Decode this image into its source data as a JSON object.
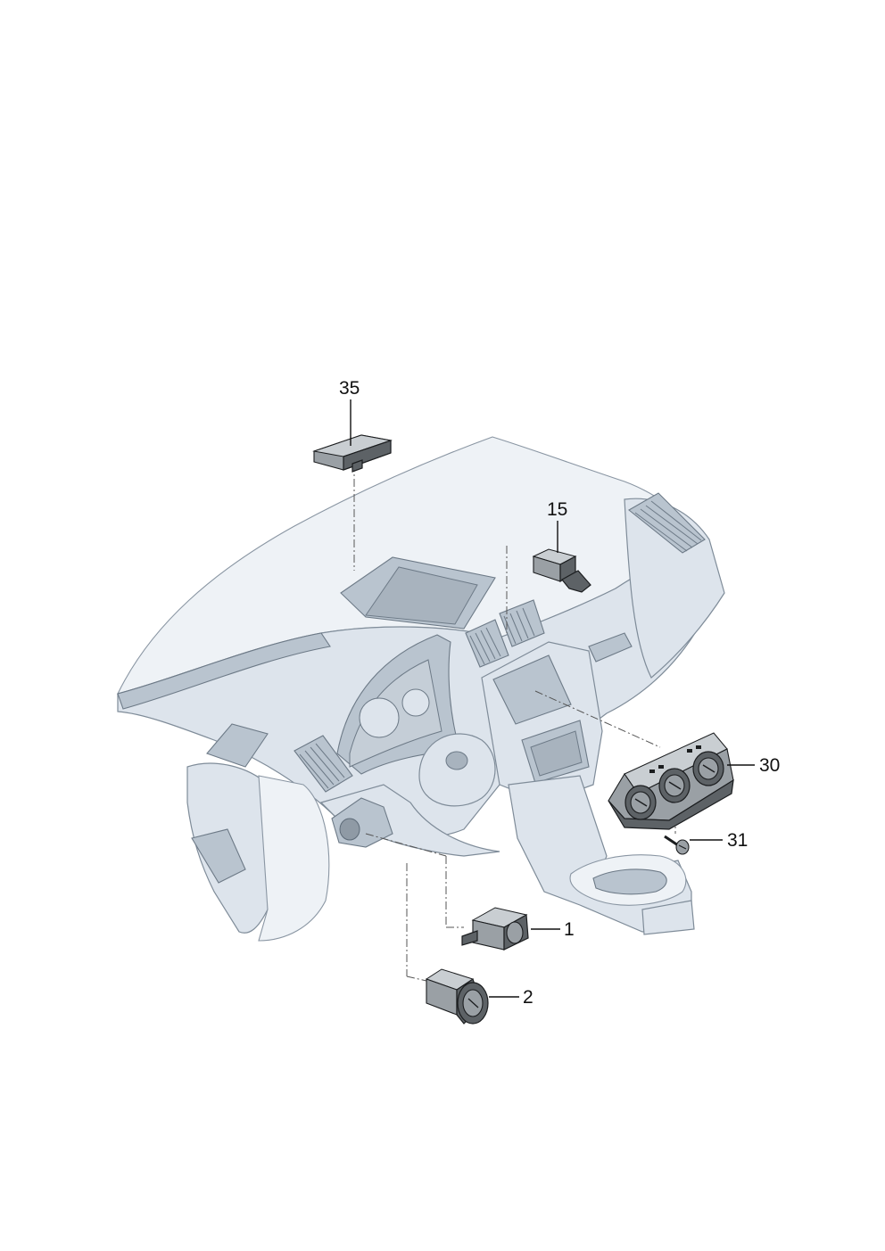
{
  "callouts": [
    {
      "id": "35",
      "label": "35"
    },
    {
      "id": "15",
      "label": "15"
    },
    {
      "id": "30",
      "label": "30"
    },
    {
      "id": "31",
      "label": "31"
    },
    {
      "id": "1",
      "label": "1"
    },
    {
      "id": "2",
      "label": "2"
    }
  ],
  "colors": {
    "dashboard": "#dde4ec",
    "dashboard_outline": "#7f8c99",
    "part": "#5d6266",
    "line": "#111111"
  }
}
